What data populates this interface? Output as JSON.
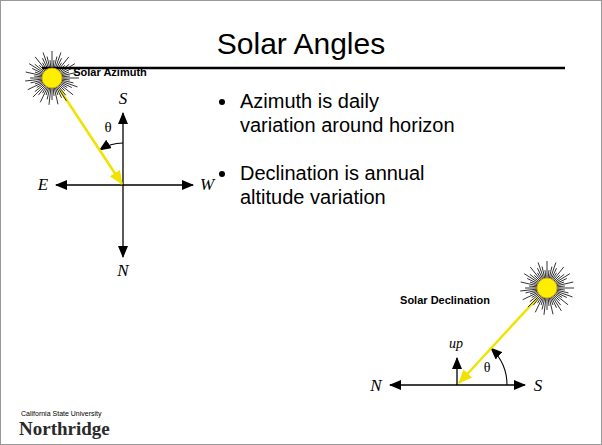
{
  "diagram": {
    "title": "Solar Angles",
    "labels": [
      "Azimuth is daily variation around horizon",
      "Declination is annual altitude variation",
      "Solar Azimuth",
      "S",
      "θ",
      "E",
      "W",
      "N",
      "Solar Declination",
      "up",
      "N",
      "S",
      "θ",
      "California State University",
      "Northridge"
    ]
  }
}
